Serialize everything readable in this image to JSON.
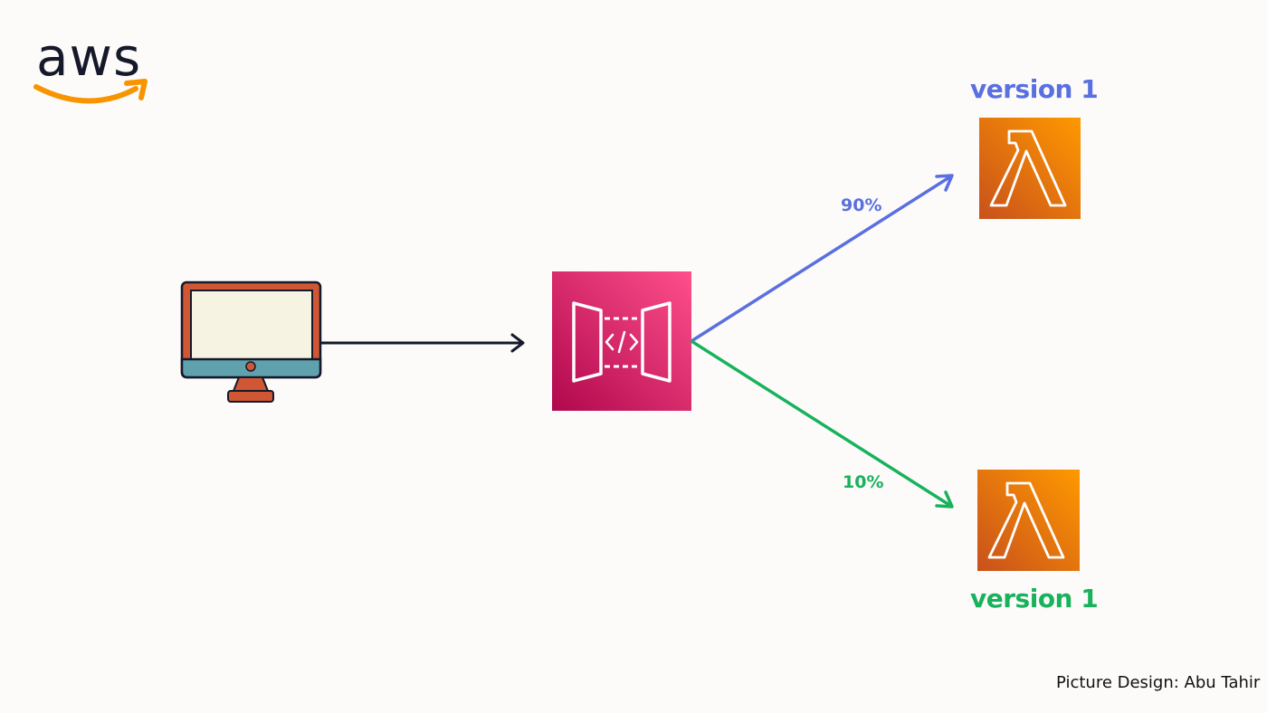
{
  "logo": {
    "text": "aws",
    "icon": "aws-smile-arrow-icon",
    "smile_color": "#f79400"
  },
  "nodes": {
    "client": {
      "icon": "desktop-monitor-icon"
    },
    "gateway": {
      "icon": "api-gateway-icon",
      "color": "#e13a7a"
    },
    "lambda_top": {
      "icon": "lambda-icon",
      "label": "version 1",
      "label_color": "#5a6fe0"
    },
    "lambda_bottom": {
      "icon": "lambda-icon",
      "label": "version 1",
      "label_color": "#18b25c"
    }
  },
  "edges": {
    "client_to_gateway": {
      "color": "#16192a"
    },
    "gateway_to_top": {
      "label": "90%",
      "color": "#5a6fe0"
    },
    "gateway_to_bottom": {
      "label": "10%",
      "color": "#18b25c"
    }
  },
  "credit": "Picture Design: Abu Tahir"
}
